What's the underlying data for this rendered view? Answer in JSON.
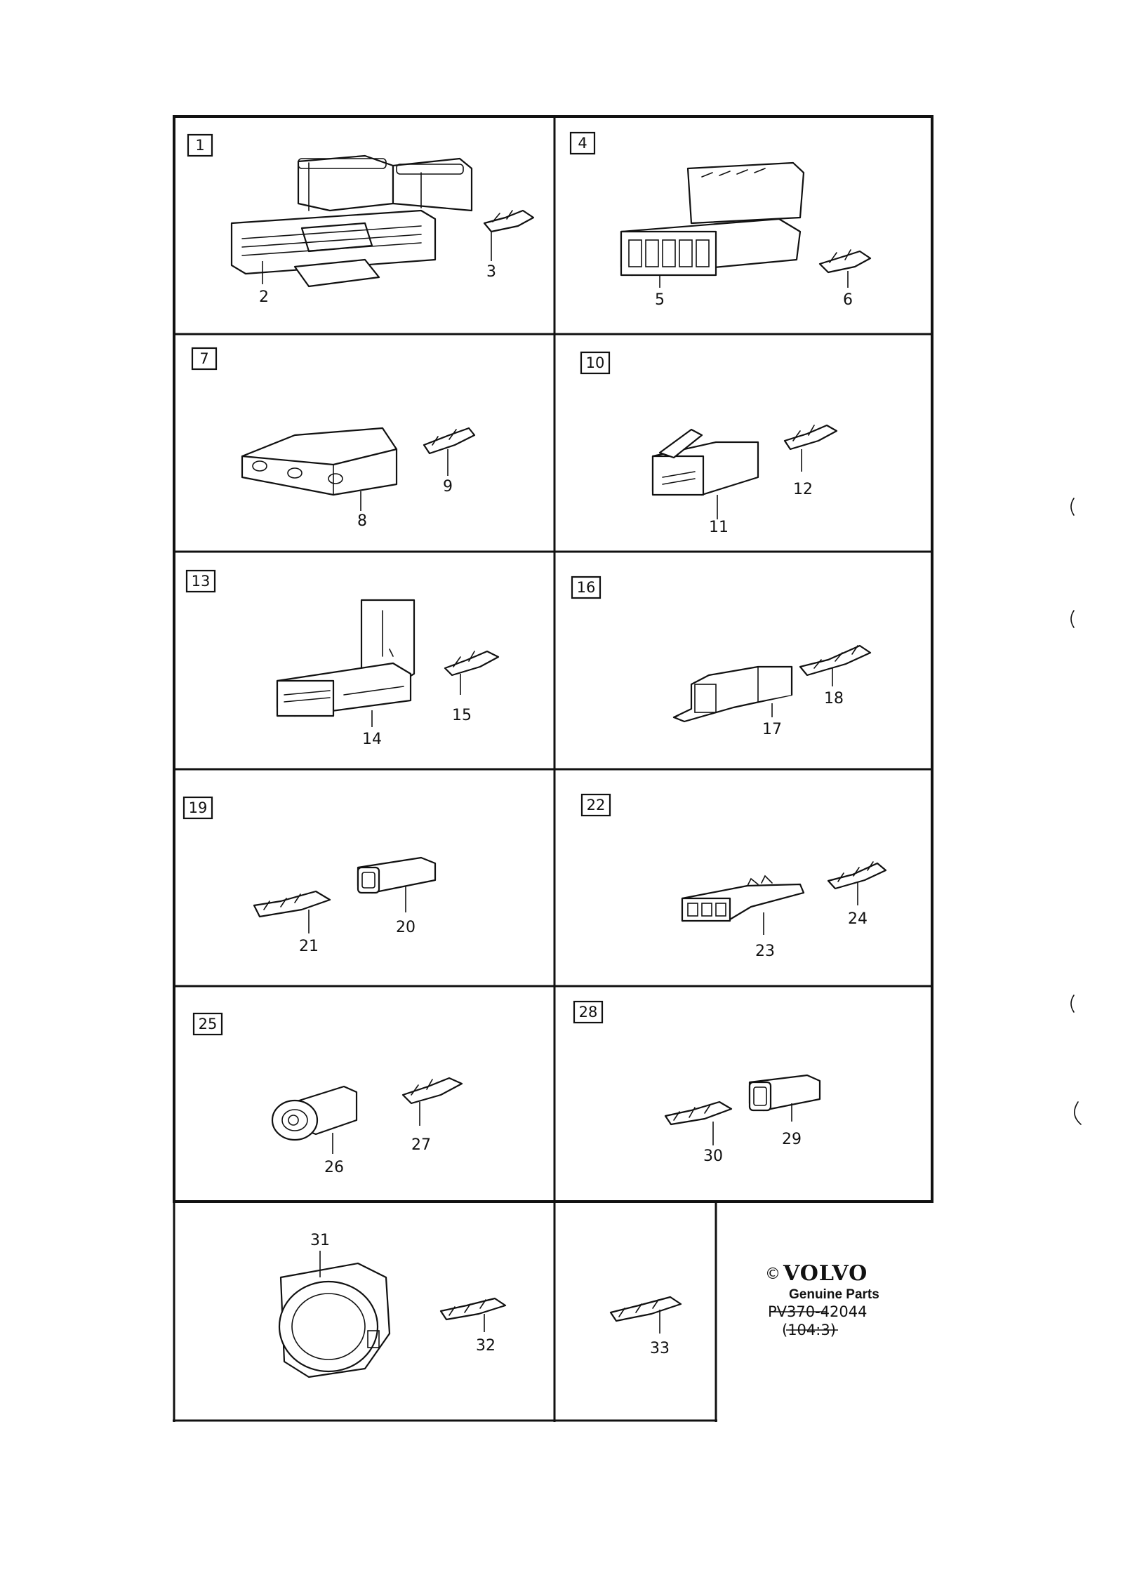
{
  "groups": [
    {
      "box": "1",
      "parts": [
        "2",
        "3"
      ]
    },
    {
      "box": "4",
      "parts": [
        "5",
        "6"
      ]
    },
    {
      "box": "7",
      "parts": [
        "8",
        "9"
      ]
    },
    {
      "box": "10",
      "parts": [
        "11",
        "12"
      ]
    },
    {
      "box": "13",
      "parts": [
        "14",
        "15"
      ]
    },
    {
      "box": "16",
      "parts": [
        "17",
        "18"
      ]
    },
    {
      "box": "19",
      "parts": [
        "21",
        "20"
      ]
    },
    {
      "box": "22",
      "parts": [
        "23",
        "24"
      ]
    },
    {
      "box": "25",
      "parts": [
        "26",
        "27"
      ]
    },
    {
      "box": "28",
      "parts": [
        "30",
        "29"
      ]
    },
    {
      "box": "",
      "parts": [
        "31",
        "32"
      ]
    },
    {
      "box": "",
      "parts": [
        "33"
      ]
    }
  ],
  "logo": {
    "copyright": "©",
    "brand": "VOLVO",
    "tagline": "Genuine Parts",
    "reference": "PV370-42044",
    "sub_reference": "(104:3)"
  }
}
